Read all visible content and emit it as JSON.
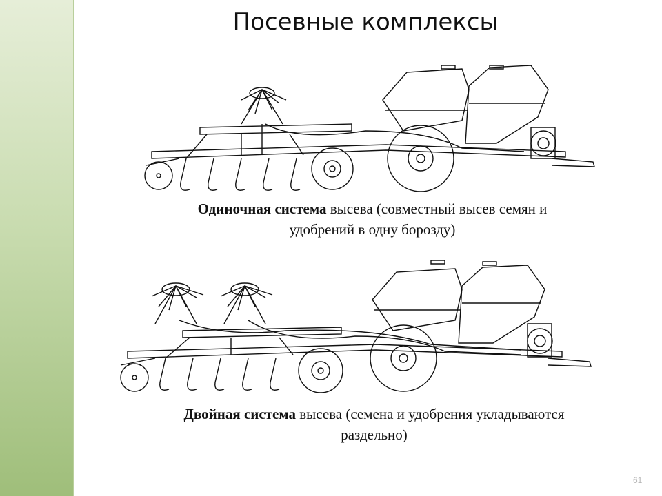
{
  "slide": {
    "title": "Посевные комплексы",
    "page_number": "61"
  },
  "figure_single": {
    "caption_bold": "Одиночная система",
    "caption_line1_rest": " высева (совместный высев семян и",
    "caption_line2": "удобрений в одну борозду)"
  },
  "figure_double": {
    "caption_bold": "Двойная система",
    "caption_line1_rest": " высева (семена и удобрения укладываются",
    "caption_line2": "раздельно)"
  }
}
